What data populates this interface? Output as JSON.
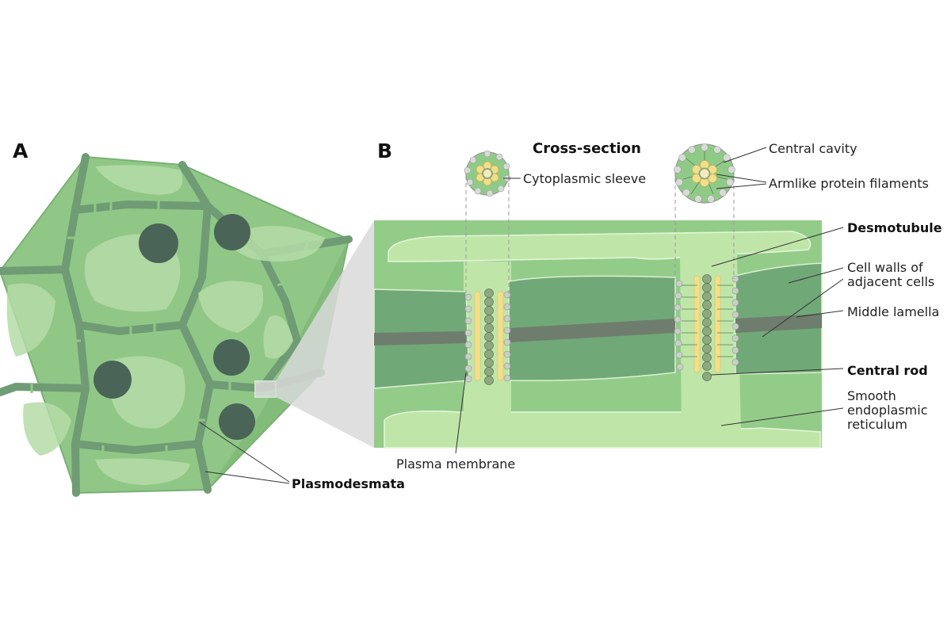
{
  "panels": {
    "a": "A",
    "b": "B"
  },
  "cross_section": {
    "title": "Cross-section"
  },
  "labels": {
    "cytoplasmic_sleeve": "Cytoplasmic sleeve",
    "central_cavity": "Central cavity",
    "armlike_filaments": "Armlike protein filaments",
    "desmotubule": "Desmotubule",
    "cell_walls_line1": "Cell walls of",
    "cell_walls_line2": "adjacent cells",
    "middle_lamella": "Middle lamella",
    "central_rod": "Central rod",
    "smooth_er_line1": "Smooth",
    "smooth_er_line2": "endoplasmic",
    "smooth_er_line3": "reticulum",
    "plasma_membrane": "Plasma membrane",
    "plasmodesmata": "Plasmodesmata"
  },
  "colors": {
    "cell_green": "#8fcb87",
    "wall_green": "#6fa474",
    "lamella": "#6f7d6e",
    "er_light": "#bfe6a8",
    "nucleus": "#4a6457",
    "membrane_yellow": "#f3df8a",
    "bead_gray": "#c9cfc7"
  }
}
